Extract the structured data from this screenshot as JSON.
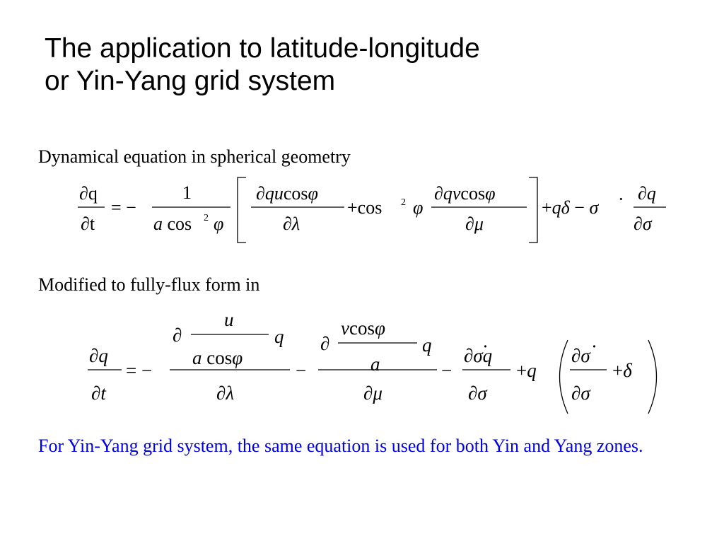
{
  "slide": {
    "title_line1": "The application to latitude-longitude",
    "title_line2": "or Yin-Yang grid system",
    "label_spherical": "Dynamical equation in spherical geometry",
    "label_flux": "Modified to fully-flux form in",
    "note": "For Yin-Yang grid system, the same equation is used for both Yin and Yang zones."
  },
  "colors": {
    "title": "#000000",
    "body_text": "#000000",
    "note_text": "#0000e6"
  }
}
